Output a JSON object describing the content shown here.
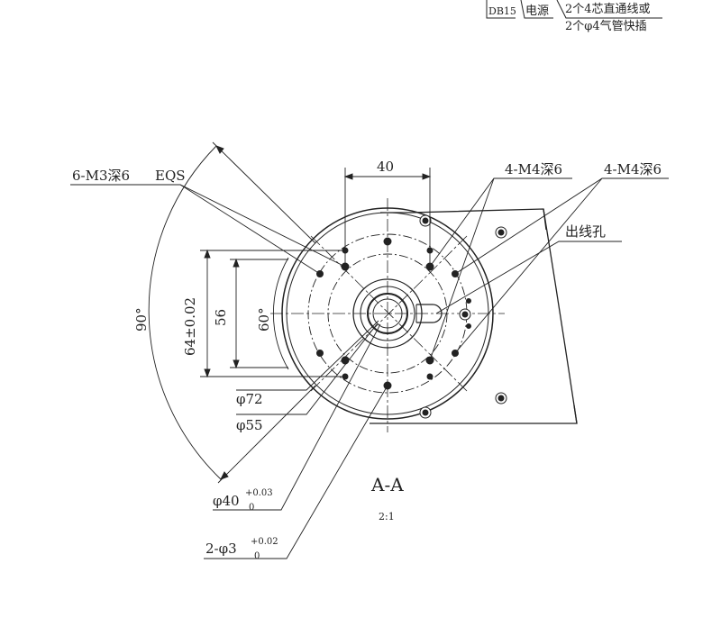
{
  "header": {
    "db15": "DB15",
    "power": "电源",
    "wire_note": "2个4芯直通线或",
    "tube_note": "2个φ4气管快插"
  },
  "callouts": {
    "m3_holes": "6-M3深6",
    "eqs": "EQS",
    "m4_holes_left": "4-M4深6",
    "m4_holes_right": "4-M4深6",
    "outlet_hole": "出线孔"
  },
  "dimensions": {
    "width_40": "40",
    "height_64": "64±0.02",
    "height_56": "56",
    "angle_60": "60°",
    "angle_90": "90°",
    "dia_72": "φ72",
    "dia_55": "φ55",
    "dia_40_base": "φ40",
    "dia_40_upper_tol": "+0.03",
    "dia_40_lower_tol": "0",
    "pin_base": "2-φ3",
    "pin_upper_tol": "+0.02",
    "pin_lower_tol": "0"
  },
  "section": {
    "label": "A-A",
    "scale": "2:1"
  }
}
